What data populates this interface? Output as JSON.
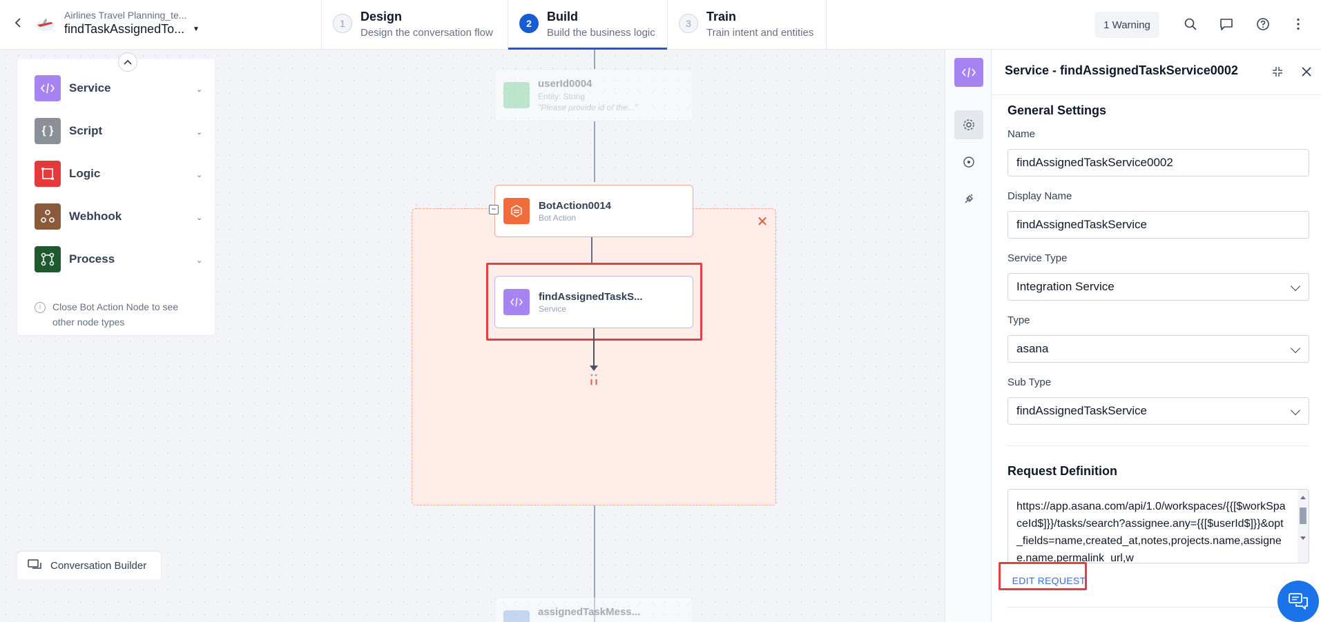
{
  "header": {
    "app_name": "Airlines Travel Planning_te...",
    "dialog_name": "findTaskAssignedTo...",
    "warning": "1 Warning",
    "steps": [
      {
        "num": "1",
        "title": "Design",
        "sub": "Design the conversation flow"
      },
      {
        "num": "2",
        "title": "Build",
        "sub": "Build the business logic"
      },
      {
        "num": "3",
        "title": "Train",
        "sub": "Train intent and entities"
      }
    ]
  },
  "node_panel": {
    "items": [
      {
        "label": "Service",
        "color": "#a685f2",
        "icon": "code-icon"
      },
      {
        "label": "Script",
        "color": "#8a8f98",
        "icon": "braces-icon"
      },
      {
        "label": "Logic",
        "color": "#e5393b",
        "icon": "logic-icon"
      },
      {
        "label": "Webhook",
        "color": "#8a5a3b",
        "icon": "webhook-icon"
      },
      {
        "label": "Process",
        "color": "#1e5a2e",
        "icon": "process-icon"
      }
    ],
    "hint": "Close Bot Action Node to see other node types"
  },
  "flow": {
    "top_ghost": {
      "title": "userId0004",
      "sub1": "Entity: String",
      "sub2": "\"Please provide id of the...\""
    },
    "bot_action": {
      "title": "BotAction0014",
      "sub": "Bot Action"
    },
    "service_node": {
      "title": "findAssignedTaskS...",
      "sub": "Service"
    },
    "bottom_ghost": {
      "title": "assignedTaskMess..."
    }
  },
  "conversation_builder": "Conversation Builder",
  "props": {
    "title": "Service - findAssignedTaskService0002",
    "general_settings": "General Settings",
    "name_label": "Name",
    "name_value": "findAssignedTaskService0002",
    "display_name_label": "Display Name",
    "display_name_value": "findAssignedTaskService",
    "service_type_label": "Service Type",
    "service_type_value": "Integration Service",
    "type_label": "Type",
    "type_value": "asana",
    "sub_type_label": "Sub Type",
    "sub_type_value": "findAssignedTaskService",
    "request_definition": "Request Definition",
    "request_url": "https://app.asana.com/api/1.0/workspaces/{{[$workSpaceId$]}}/tasks/search?assignee.any={{[$userId$]}}&opt_fields=name,created_at,notes,projects.name,assignee.name,permalink_url,w",
    "edit_request": "EDIT REQUEST"
  },
  "colors": {
    "accent": "#175cd3",
    "highlight": "#e04040",
    "service": "#a685f2",
    "bot_action": "#f26b3a"
  }
}
